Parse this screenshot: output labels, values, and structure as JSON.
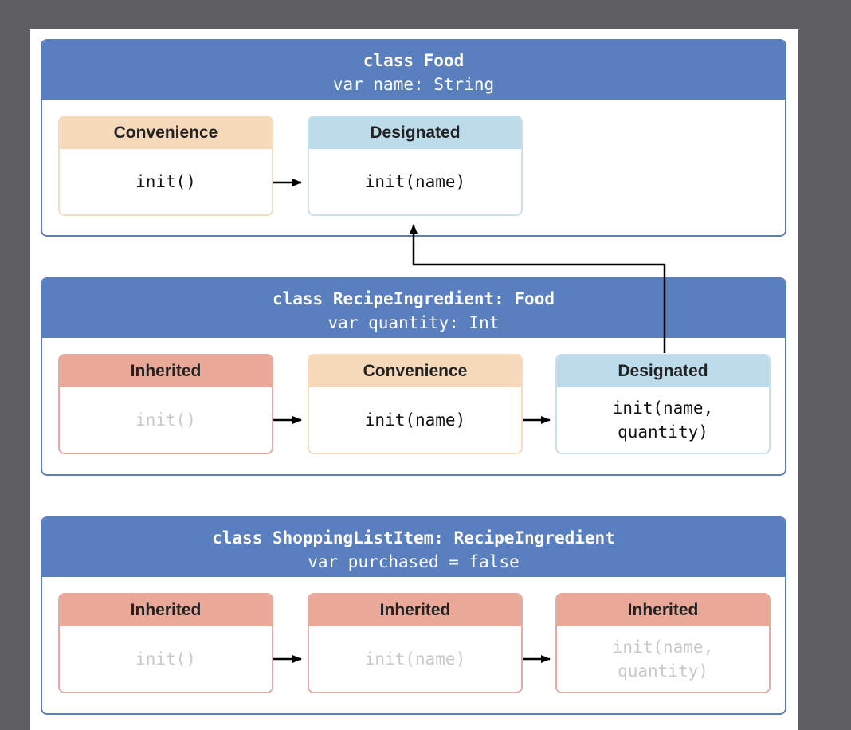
{
  "classes": [
    {
      "title": "class Food",
      "property": "var name: String",
      "initializers": [
        {
          "kind": "Convenience",
          "signature": "init()"
        },
        {
          "kind": "Designated",
          "signature": "init(name)"
        }
      ]
    },
    {
      "title": "class RecipeIngredient: Food",
      "property": "var quantity: Int",
      "initializers": [
        {
          "kind": "Inherited",
          "signature": "init()"
        },
        {
          "kind": "Convenience",
          "signature": "init(name)"
        },
        {
          "kind": "Designated",
          "signature": "init(name,\nquantity)"
        }
      ]
    },
    {
      "title": "class ShoppingListItem: RecipeIngredient",
      "property": "var purchased = false",
      "initializers": [
        {
          "kind": "Inherited",
          "signature": "init()"
        },
        {
          "kind": "Inherited",
          "signature": "init(name)"
        },
        {
          "kind": "Inherited",
          "signature": "init(name,\nquantity)"
        }
      ]
    }
  ],
  "colors": {
    "header": "#5a7fbf",
    "convenience": "#f6d9bb",
    "designated": "#bddceb",
    "inherited": "#e9a898",
    "arrow": "#000000"
  }
}
